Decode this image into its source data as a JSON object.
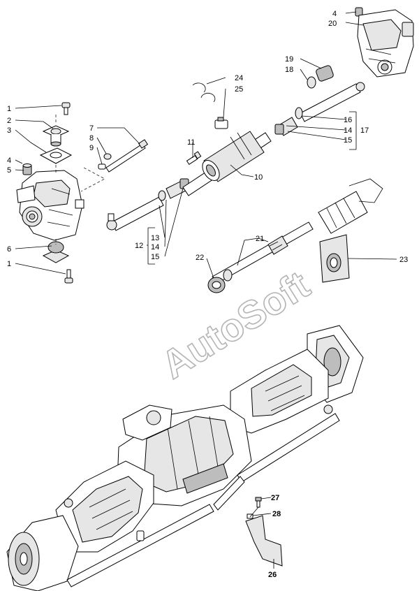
{
  "watermark": "AutoSoft",
  "callouts": {
    "c1_top": "1",
    "c2": "2",
    "c3": "3",
    "c4_left": "4",
    "c5": "5",
    "c6": "6",
    "c1_bottom": "1",
    "c7": "7",
    "c8": "8",
    "c9": "9",
    "c11": "11",
    "c10": "10",
    "c12": "12",
    "c13": "13",
    "c14_left": "14",
    "c15_left": "15",
    "c24": "24",
    "c25": "25",
    "c4_right": "4",
    "c20": "20",
    "c19": "19",
    "c18": "18",
    "c16": "16",
    "c14_right": "14",
    "c17": "17",
    "c15_right": "15",
    "c21": "21",
    "c22": "22",
    "c23": "23",
    "c27": "27",
    "c28": "28",
    "c26": "26"
  }
}
